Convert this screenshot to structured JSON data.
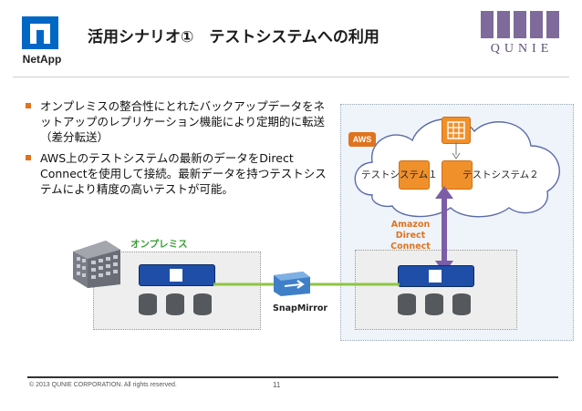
{
  "header": {
    "title": "活用シナリオ①　テストシステムへの利用",
    "netapp_logo_text": "NetApp",
    "qunie_logo_text": "QUNIE"
  },
  "bullets": [
    "オンプレミスの整合性にとれたバックアップデータをネットアップのレプリケーション機能により定期的に転送（差分転送）",
    "AWS上のテストシステムの最新のデータをDirect Connectを使用して接続。最新データを持つテストシステムにより精度の高いテストが可能。"
  ],
  "diagram": {
    "aws_badge": "AWS",
    "test_system_1": "テストシステム１",
    "test_system_2": "テストシステム２",
    "direct_connect_lines": [
      "Amazon",
      "Direct",
      "Connect"
    ],
    "onprem_label": "オンプレミス",
    "snapmirror_label": "SnapMirror",
    "colors": {
      "accent_orange": "#e0731e",
      "onprem_green": "#3aa035",
      "link_green": "#8dc63f",
      "direct_connect_purple": "#7b5ea7",
      "netapp_blue": "#1e4ea8"
    }
  },
  "footer": {
    "copyright": "© 2013 QUNIE CORPORATION. All rights reserved.",
    "page_number": "11"
  }
}
